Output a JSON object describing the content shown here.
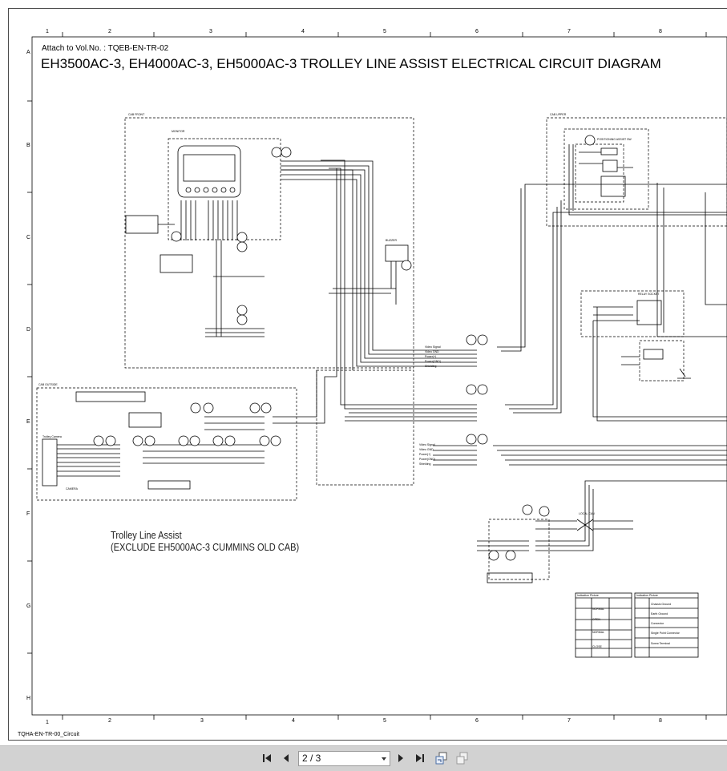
{
  "document": {
    "reference": "Attach to Vol.No. : TQEB-EN-TR-02",
    "title": "EH3500AC-3, EH4000AC-3, EH5000AC-3 TROLLEY LINE ASSIST ELECTRICAL CIRCUIT DIAGRAM",
    "caption_line1": "Trolley Line Assist",
    "caption_line2": "(EXCLUDE EH5000AC-3 CUMMINS OLD CAB)",
    "footer_id": "TQHA-EN-TR-00_Circuit",
    "grid_columns": [
      "1",
      "2",
      "3",
      "4",
      "5",
      "6",
      "7",
      "8"
    ],
    "grid_rows": [
      "A",
      "B",
      "C",
      "D",
      "E",
      "F",
      "G",
      "H"
    ]
  },
  "diagram": {
    "sections": {
      "cab_front": "CAB FRONT",
      "cab_upper": "CAB UPPER",
      "cab_outside": "CAB OUTSIDE"
    },
    "components": {
      "monitor": "MONITOR",
      "buzzer": "BUZZER",
      "trolley_camera": "Trolley Camera",
      "camera": "CAMERA",
      "positioning_assist_sw": "POSITIONING ASSIST SW",
      "relay_socket": "RELAY SOCKET",
      "local_can": "LOCAL CAN"
    },
    "signals": [
      "Video Signal",
      "Video GND",
      "Power(+)",
      "Power(GND)",
      "Shielding"
    ],
    "legend_left_title": "Indication Picture",
    "legend_right_title": "Indication Picture",
    "legend_right_items": [
      "Chassis Ground",
      "Earth Ground",
      "Connector",
      "Single Point Connector",
      "Screw Terminal"
    ],
    "legend_left_rows": [
      "NORMAL",
      "OPEN",
      "NORMAL",
      "CLOSE"
    ]
  },
  "viewer": {
    "page_indicator": "2 / 3",
    "buttons": {
      "first": "first-page",
      "prev": "previous-page",
      "next": "next-page",
      "last": "last-page",
      "fit": "fit-page",
      "fit_width": "fit-width"
    }
  }
}
